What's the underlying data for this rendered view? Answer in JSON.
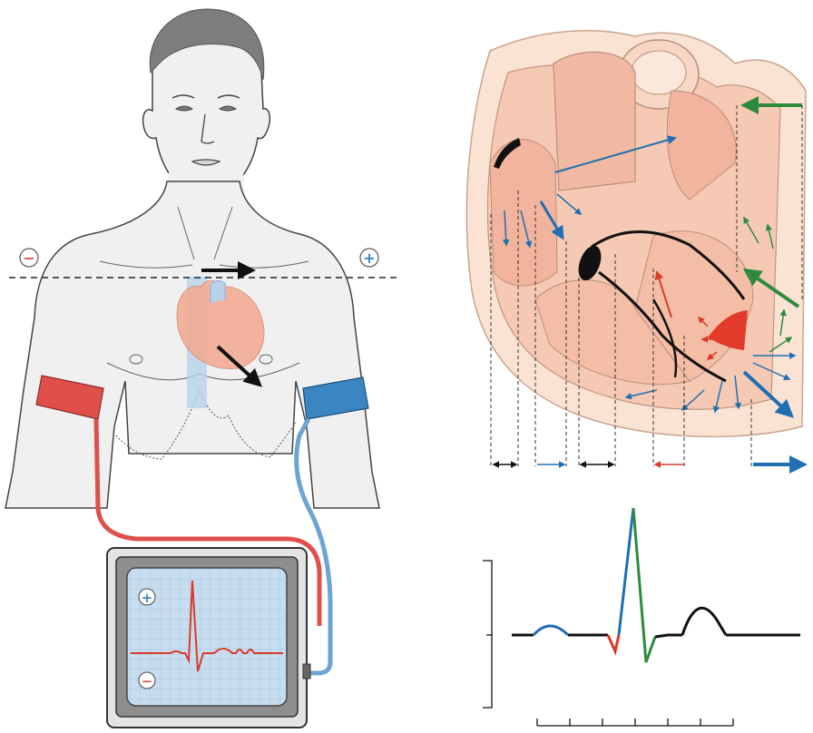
{
  "diagram": {
    "left_panel": {
      "subject": "human-torso-with-limb-electrodes",
      "lead_negative_symbol": "−",
      "lead_positive_symbol": "+",
      "monitor_positive_symbol": "+",
      "monitor_negative_symbol": "−",
      "icons": [
        "torso",
        "heart",
        "electrical-axis-arrows",
        "arm-electrode-red",
        "arm-electrode-blue",
        "ecg-monitor"
      ]
    },
    "right_panel": {
      "subject": "heart-cross-section-depolarization",
      "icons": [
        "heart-section",
        "depolarization-arrows",
        "vector-projections",
        "ecg-waveform",
        "time-scale"
      ]
    },
    "colors": {
      "positive_electrode": "#3a86c3",
      "negative_electrode": "#e0504a",
      "depolarization_blue": "#1f6fb2",
      "repolarization_green": "#2e8b3d",
      "red_vector": "#d93a2b",
      "heart_tissue": "#f6c9b4",
      "monitor_screen": "#c6ddef"
    }
  }
}
